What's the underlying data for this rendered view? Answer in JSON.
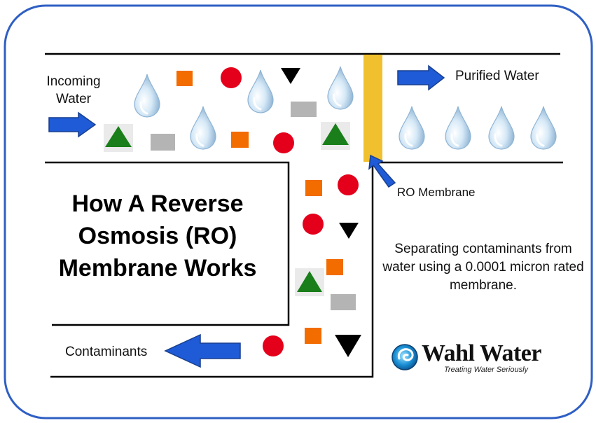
{
  "title": "How A Reverse Osmosis (RO) Membrane Works",
  "labels": {
    "incoming_water": "Incoming Water",
    "purified_water": "Purified Water",
    "ro_membrane": "RO Membrane",
    "contaminants": "Contaminants",
    "description": "Separating contaminants from water using a 0.0001 micron rated membrane."
  },
  "brand": {
    "name": "Wahl Water",
    "tagline": "Treating Water Seriously"
  },
  "colors": {
    "frame": "#2f5fc4",
    "arrow": "#1f5bd6",
    "arrow_stroke": "#183f8f",
    "membrane": "#f0c02e",
    "red": "#e4001b",
    "orange": "#f26c00",
    "green": "#1a7f1a",
    "gray": "#b4b4b4",
    "black": "#000000",
    "drop_light": "#eef6fc",
    "drop_dark": "#7fa8cc"
  },
  "icons": [
    "water-drop-icon",
    "red-circle-icon",
    "orange-square-icon",
    "gray-rectangle-icon",
    "black-triangle-icon",
    "green-triangle-icon",
    "arrow-icon",
    "wahl-water-logo-icon"
  ]
}
